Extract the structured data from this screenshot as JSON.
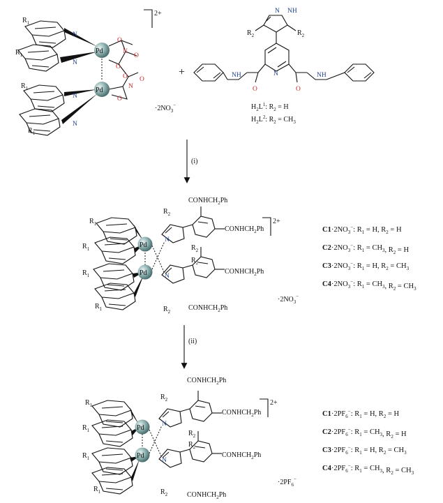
{
  "atoms": {
    "pd": "Pd",
    "n": "N",
    "o": "O",
    "nh": "NH",
    "r1": "R",
    "r2": "R",
    "r1_sub": "1",
    "r2_sub": "2"
  },
  "charge": "2+",
  "plus": "+",
  "counterions": {
    "nitrate": "·2NO",
    "nitrate_sub": "3",
    "nitrate_sup": "−",
    "pf6": "·2PF",
    "pf6_sub": "6",
    "pf6_sup": "−"
  },
  "amide_group": "CONHCH",
  "amide_sub": "2",
  "amide_tail": "Ph",
  "ligands": [
    {
      "label": "H",
      "sub": "2",
      "l": "L",
      "sup": "1",
      "def": ": R",
      "def_sub": "2",
      "def_val": " = H"
    },
    {
      "label": "H",
      "sub": "2",
      "l": "L",
      "sup": "2",
      "def": ": R",
      "def_sub": "2",
      "def_val": " = CH",
      "val_sub": "3"
    }
  ],
  "steps": [
    "(i)",
    "(ii)"
  ],
  "compounds_nitrate": [
    {
      "id": "C1",
      "ion": "·2NO",
      "ion_sub": "3",
      "ion_sup": "−",
      "r1": "H",
      "r2": "H"
    },
    {
      "id": "C2",
      "ion": "·2NO",
      "ion_sub": "3",
      "ion_sup": "−",
      "r1": "CH3",
      "r2": "H"
    },
    {
      "id": "C3",
      "ion": "·2NO",
      "ion_sub": "3",
      "ion_sup": "−",
      "r1": "H",
      "r2": "CH3"
    },
    {
      "id": "C4",
      "ion": "·2NO",
      "ion_sub": "3",
      "ion_sup": "−",
      "r1": "CH3",
      "r2": "CH3"
    }
  ],
  "compounds_pf6": [
    {
      "id": "C1",
      "ion": "·2PF",
      "ion_sub": "6",
      "ion_sup": "−",
      "r1": "H",
      "r2": "H"
    },
    {
      "id": "C2",
      "ion": "·2PF",
      "ion_sub": "6",
      "ion_sup": "−",
      "r1": "CH3",
      "r2": "H"
    },
    {
      "id": "C3",
      "ion": "·2PF",
      "ion_sub": "6",
      "ion_sup": "−",
      "r1": "H",
      "r2": "CH3"
    },
    {
      "id": "C4",
      "ion": "·2PF",
      "ion_sub": "6",
      "ion_sup": "−",
      "r1": "CH3",
      "r2": "CH3"
    }
  ],
  "colors": {
    "nitrogen": "#1a3f8f",
    "oxygen": "#c62828",
    "pd_sphere": "#8fb1b1"
  }
}
